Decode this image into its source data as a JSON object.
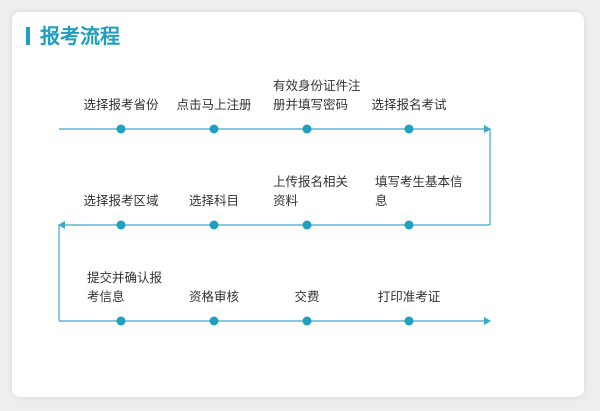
{
  "title": "报考流程",
  "colors": {
    "accent": "#1e9ec0",
    "line": "#3aa9cc",
    "dot": "#1f9fc4",
    "text": "#333333",
    "background": "#eeeeee",
    "card": "#ffffff"
  },
  "rows": [
    {
      "direction": "right",
      "steps": [
        {
          "lines": [
            "选择报考省份"
          ]
        },
        {
          "lines": [
            "点击马上注册"
          ]
        },
        {
          "lines": [
            "有效身份证件注",
            "册并填写密码"
          ]
        },
        {
          "lines": [
            "选择报名考试"
          ]
        }
      ]
    },
    {
      "direction": "left",
      "steps": [
        {
          "lines": [
            "选择报考区域"
          ]
        },
        {
          "lines": [
            "选择科目"
          ]
        },
        {
          "lines": [
            "上传报名相关",
            "资料"
          ]
        },
        {
          "lines": [
            "填写考生基本信",
            "息"
          ]
        }
      ]
    },
    {
      "direction": "right",
      "steps": [
        {
          "lines": [
            "提交并确认报",
            "考信息"
          ]
        },
        {
          "lines": [
            "资格审核"
          ]
        },
        {
          "lines": [
            "交费"
          ]
        },
        {
          "lines": [
            "打印准考证"
          ]
        }
      ]
    }
  ]
}
